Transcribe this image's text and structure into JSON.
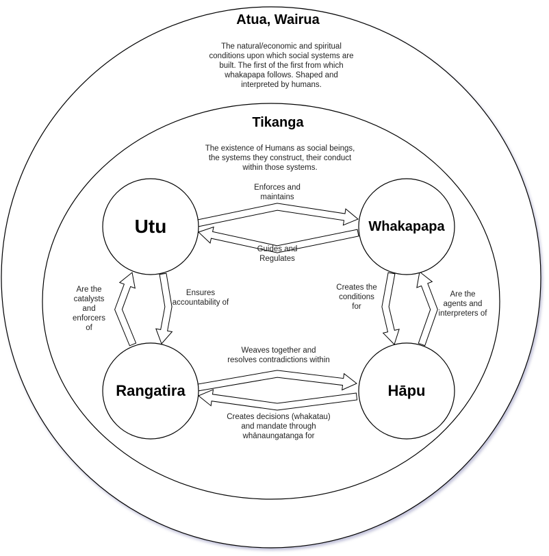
{
  "outer_ring": {
    "title": "Atua, Wairua",
    "description": "The natural/economic and spiritual conditions upon which social systems are built. The first of the first from which whakapapa follows. Shaped and interpreted by humans."
  },
  "inner_ring": {
    "title": "Tikanga",
    "description": "The existence of Humans as social beings, the systems they construct, their conduct within those systems."
  },
  "nodes": {
    "utu": "Utu",
    "whakapapa": "Whakapapa",
    "rangatira": "Rangatira",
    "hapu": "Hāpu"
  },
  "edges": {
    "utu_to_whakapapa": "Enforces and maintains",
    "whakapapa_to_utu": "Guides and Regulates",
    "utu_to_rangatira": "Ensures accountability of",
    "rangatira_to_utu": "Are the catalysts and enforcers of",
    "whakapapa_to_hapu": "Creates the conditions for",
    "hapu_to_whakapapa": "Are the agents and interpreters of",
    "rangatira_to_hapu": "Weaves together and resolves contradictions within",
    "hapu_to_rangatira": "Creates decisions (whakatau) and mandate through whānaungatanga for"
  }
}
